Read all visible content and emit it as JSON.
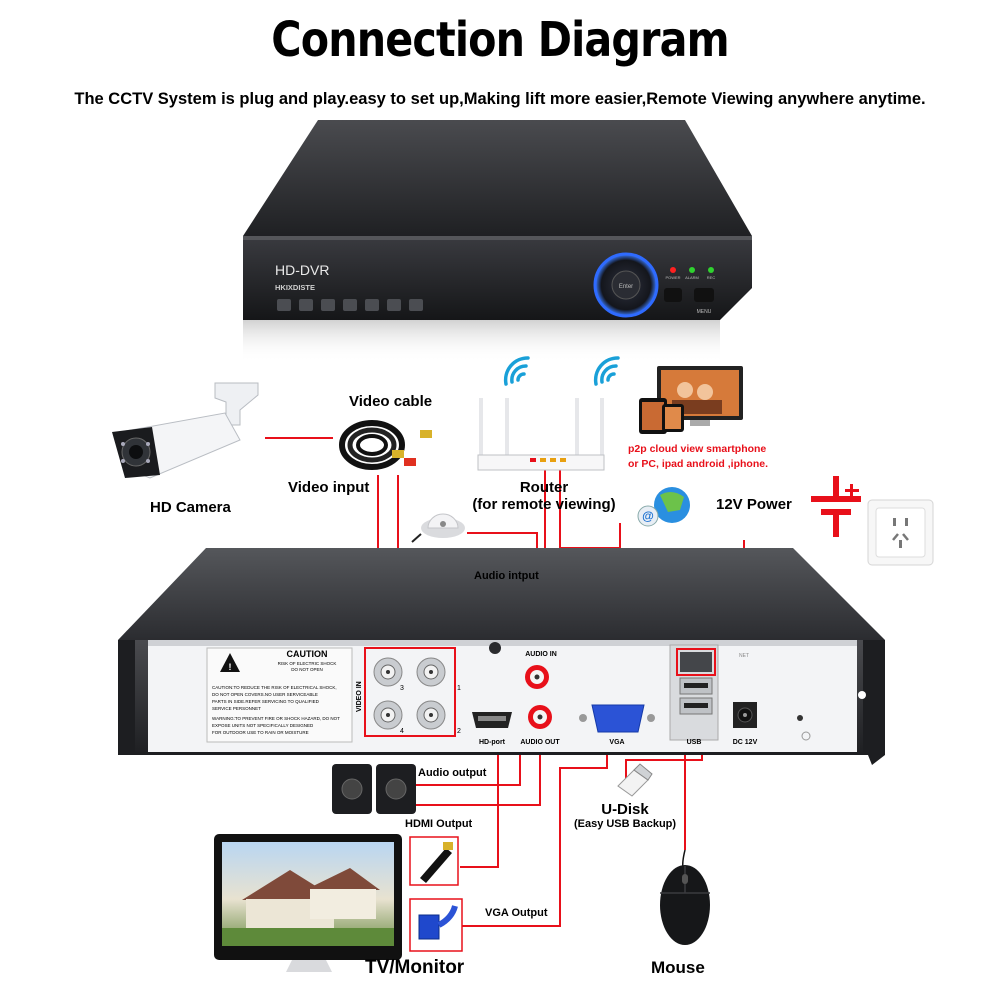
{
  "header": {
    "title": "Connection Diagram",
    "subtitle": "The CCTV System is plug and play.easy to set up,Making lift more easier,Remote Viewing anywhere anytime."
  },
  "dvr_front": {
    "model": "HD-DVR",
    "brand": "HKIXDISTE",
    "nav_center": "Enter",
    "leds": [
      "POWER",
      "ALARM",
      "REC"
    ],
    "menu_button": "MENU"
  },
  "labels": {
    "video_cable": "Video cable",
    "video_input": "Video input",
    "hd_camera": "HD Camera",
    "router": "Router",
    "router_note": "(for remote viewing)",
    "p2p_line1": "p2p cloud  view smartphone",
    "p2p_line2": "or PC, ipad android ,iphone.",
    "power": "12V Power",
    "audio_input": "Audio intput",
    "audio_output": "Audio output",
    "hdmi_output": "HDMI Output",
    "vga_output": "VGA Output",
    "udisk": "U-Disk",
    "udisk_note": "(Easy USB Backup)",
    "tv_monitor": "TV/Monitor",
    "mouse": "Mouse"
  },
  "dvr_back": {
    "caution_title": "CAUTION",
    "caution_sub1": "RISK OF ELECTRIC SHOCK",
    "caution_sub2": "DO NOT OPEN",
    "caution_text1": "CAUTION:TO REDUCE THE RISK OF ELECTRICAL SHOCK,",
    "caution_text2": "DO NOT OPEN COVERS.NO USER SERVICEABLE",
    "caution_text3": "PARTS IN SIDE.REFER SERVICING TO QUALIFIED",
    "caution_text4": "SERVICE PERSONNET",
    "caution_text5": "WARNING:TO PREVENT FIRE OR SHOCK HAZARD, DO NOT",
    "caution_text6": "EXPOSE UNITS NOT SPECIFICALLY DESIGNED",
    "caution_text7": "FOR OUTDOOR USE TO RAIN OR MOISTURE",
    "video_in": "VIDEO IN",
    "port_numbers": [
      "1",
      "2",
      "3",
      "4"
    ],
    "audio_in": "AUDIO IN",
    "hd_port": "HD-port",
    "audio_out": "AUDIO OUT",
    "vga": "VGA",
    "net": "NET",
    "usb": "USB",
    "dc": "DC 12V"
  },
  "colors": {
    "wire": "#e8101a",
    "dvr_body": "#2a2b2e",
    "dvr_panel": "#f2f3f5"
  }
}
